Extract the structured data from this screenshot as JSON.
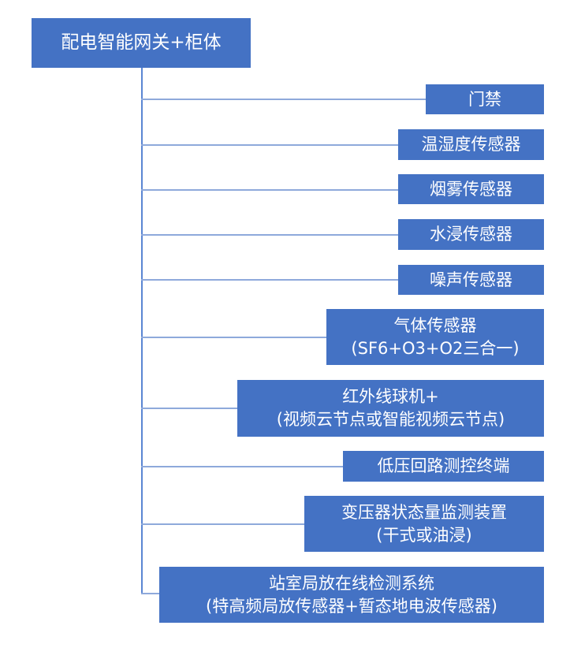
{
  "root": {
    "label": "配电智能网关+柜体"
  },
  "children": [
    {
      "lines": [
        "门禁"
      ]
    },
    {
      "lines": [
        "温湿度传感器"
      ]
    },
    {
      "lines": [
        "烟雾传感器"
      ]
    },
    {
      "lines": [
        "水浸传感器"
      ]
    },
    {
      "lines": [
        "噪声传感器"
      ]
    },
    {
      "lines": [
        "气体传感器",
        "(SF6+O3+O2三合一)"
      ]
    },
    {
      "lines": [
        "红外线球机+",
        "(视频云节点或智能视频云节点)"
      ]
    },
    {
      "lines": [
        "低压回路测控终端"
      ]
    },
    {
      "lines": [
        "变压器状态量监测装置",
        "(干式或油浸)"
      ]
    },
    {
      "lines": [
        "站室局放在线检测系统",
        "(特高频局放传感器+暂态地电波传感器)"
      ]
    }
  ],
  "colors": {
    "box": "#4472C4",
    "text": "#FFFFFF",
    "connector": "#8EA9DB"
  }
}
